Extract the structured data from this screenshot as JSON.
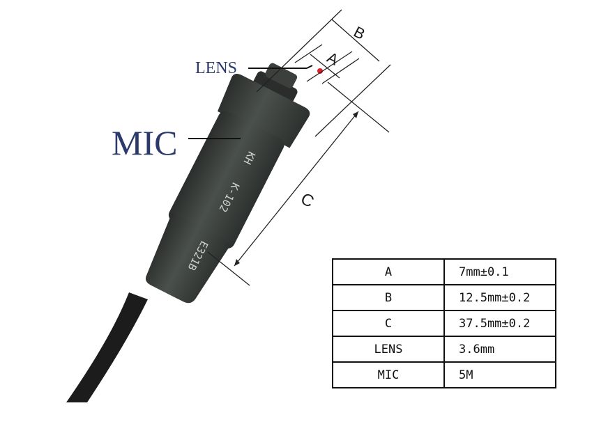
{
  "labels": {
    "lens": "LENS",
    "mic": "MIC",
    "dim_a": "A",
    "dim_b": "B",
    "dim_c": "C"
  },
  "imprint": [
    "KH",
    "K-102",
    "E321B"
  ],
  "spec_table": [
    {
      "key": "A",
      "value": "7mm±0.1"
    },
    {
      "key": "B",
      "value": "12.5mm±0.2"
    },
    {
      "key": "C",
      "value": "37.5mm±0.2"
    },
    {
      "key": "LENS",
      "value": "3.6mm"
    },
    {
      "key": "MIC",
      "value": "5M"
    }
  ],
  "colors": {
    "body": "#3a3f3c",
    "cable": "#1c1c1c",
    "lens_dot": "#e0202a",
    "label_text": "#2b3a6b"
  }
}
